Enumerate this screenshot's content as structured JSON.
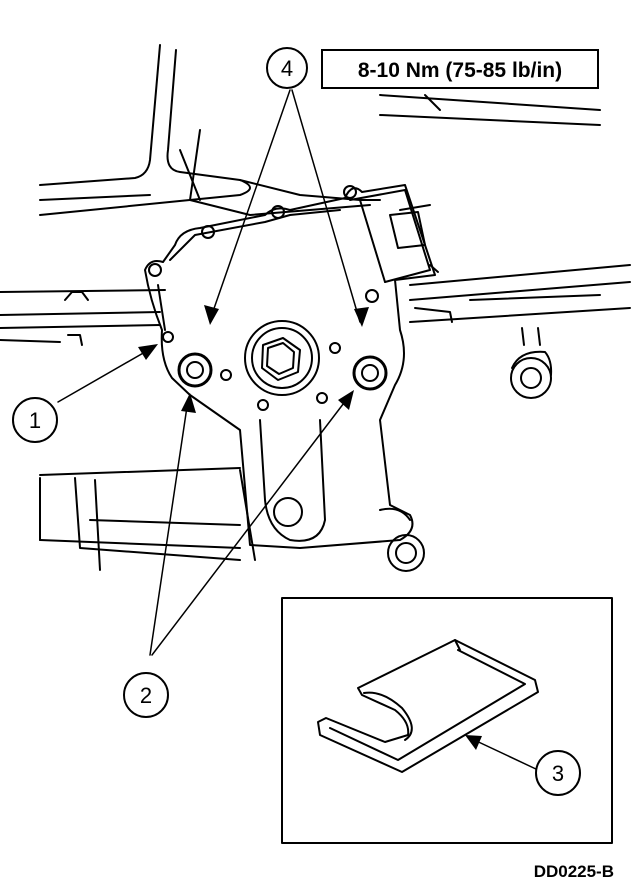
{
  "torque_spec": "8-10 Nm (75-85 lb/in)",
  "figure_code": "DD0225-B",
  "callouts": {
    "c1": "1",
    "c2": "2",
    "c3": "3",
    "c4": "4"
  },
  "colors": {
    "ink": "#000000",
    "paper": "#ffffff"
  }
}
